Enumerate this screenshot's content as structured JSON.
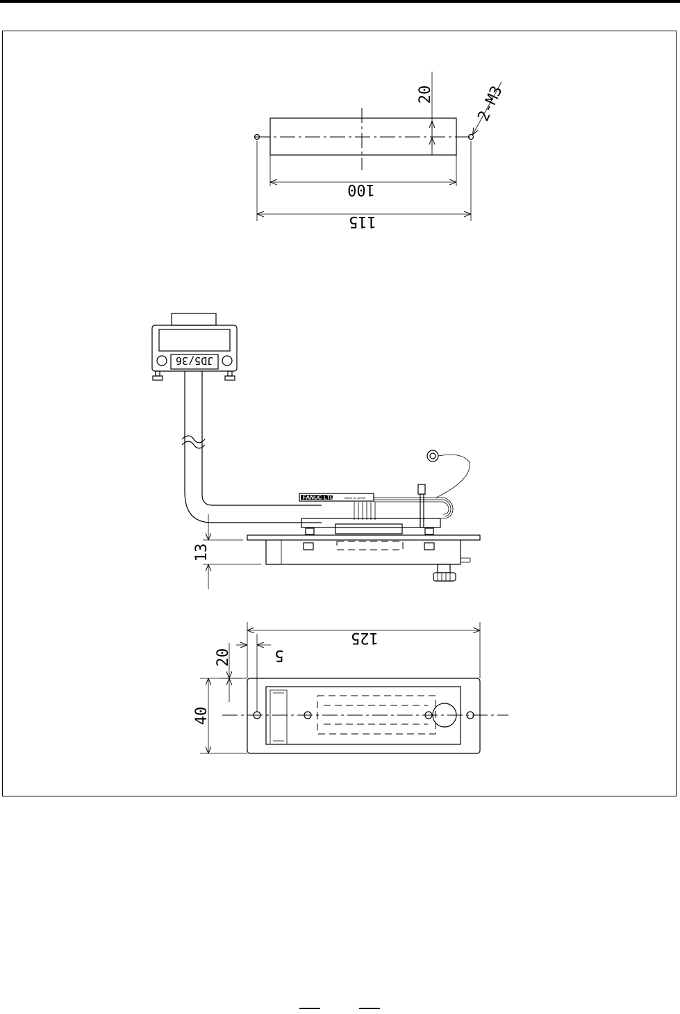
{
  "top_view": {
    "dim_20": "20",
    "dim_2m3": "2-M3",
    "dim_100": "100",
    "dim_115": "115"
  },
  "side_view": {
    "connector_label": "JD5/36",
    "brand_label": "FANUC LTD",
    "made_in_label": "MADE IN JAPAN",
    "dim_13": "13"
  },
  "bottom_view": {
    "dim_125": "125",
    "dim_5": "5",
    "dim_20": "20",
    "dim_40": "40"
  },
  "page_footer": {
    "marks": [
      "—",
      "—"
    ]
  }
}
